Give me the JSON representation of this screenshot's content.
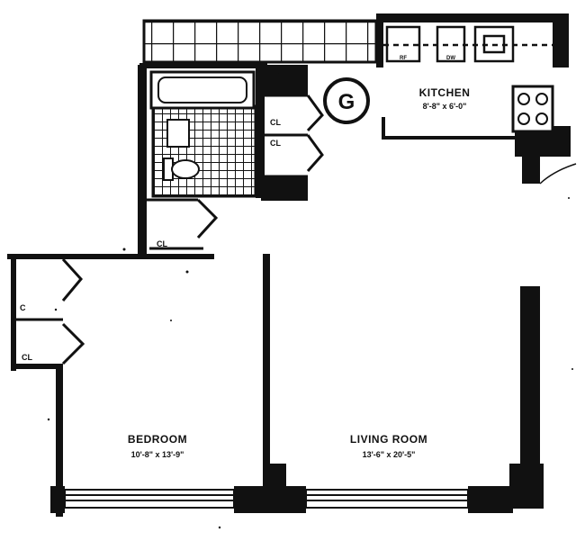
{
  "unit": {
    "letter": "G"
  },
  "rooms": {
    "kitchen": {
      "name": "KITCHEN",
      "dimensions": "8'-8\" x 6'-0\""
    },
    "bedroom": {
      "name": "BEDROOM",
      "dimensions": "10'-8\" x 13'-9\""
    },
    "living_room": {
      "name": "LIVING ROOM",
      "dimensions": "13'-6\" x 20'-5\""
    }
  },
  "closets": {
    "hall_1": "CL",
    "hall_2": "CL",
    "bath_hall": "CL",
    "bedroom_upper": "C",
    "bedroom_lower": "CL"
  },
  "appliances": {
    "refrigerator": "RF",
    "dishwasher": "DW"
  }
}
